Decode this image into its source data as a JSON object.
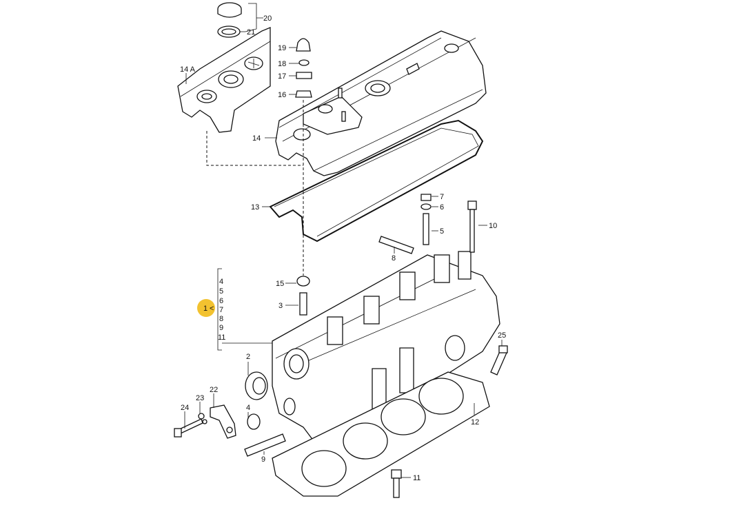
{
  "diagram": {
    "highlight_color": "#F2C230",
    "highlighted_callout": "1",
    "callouts": {
      "c20": "20",
      "c21": "21",
      "c14a": "14 A",
      "c19": "19",
      "c18": "18",
      "c17": "17",
      "c16": "16",
      "c14": "14",
      "c13": "13",
      "c7": "7",
      "c6": "6",
      "c5": "5",
      "c10": "10",
      "c8": "8",
      "c15": "15",
      "c3": "3",
      "c1": "1",
      "c2": "2",
      "c4": "4",
      "c9": "9",
      "c22": "22",
      "c23": "23",
      "c24": "24",
      "c25": "25",
      "c12": "12",
      "c11": "11"
    },
    "group1_list": [
      "4",
      "5",
      "6",
      "7",
      "8",
      "9",
      "11"
    ]
  }
}
